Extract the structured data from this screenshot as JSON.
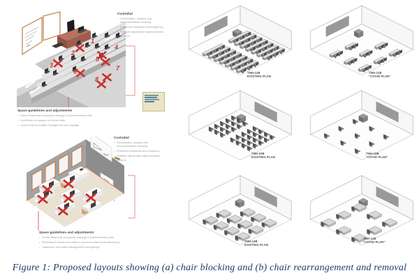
{
  "caption": "Figure 1: Proposed layouts showing (a) chair blocking and (b) chair rearrangement and removal",
  "panel_a": {
    "custodial": {
      "heading": "Custodial",
      "bullets": [
        "Preventative, reactive and decontamination cleaning",
        "Enhanced standards and frequency",
        "Portable disinfectant wipes between lectures"
      ]
    },
    "space": {
      "heading": "Space guidelines and adjustments",
      "bullets": [
        "Social distancing occupancy strategy & implementation plan",
        "Limit/block occupancy of lecture halls",
        "Lecture hall foot traffic management and signage"
      ]
    },
    "seat_numbers": [
      "1",
      "2",
      "3",
      "4",
      "5",
      "6",
      "7",
      "8"
    ]
  },
  "panel_b": {
    "custodial": {
      "heading": "Custodial",
      "bullets": [
        "Preventative, reactive and decontamination cleaning",
        "Enhanced standards and frequency",
        "Portable disinfectant wipes between lectures"
      ]
    },
    "space": {
      "heading": "Space guidelines and adjustments",
      "bullets": [
        "Social distancing occupancy strategy & implementation plan",
        "Reconfigure desks and chairs to accommodate social distancing",
        "Classroom foot traffic management and signage"
      ]
    }
  },
  "diagrams": [
    {
      "room": "TNH-11B",
      "plan": "EXISTING PLAN"
    },
    {
      "room": "TNH-11B",
      "plan": "\"COVID PLAN\""
    },
    {
      "room": "TNH-10B",
      "plan": "EXISTING PLAN"
    },
    {
      "room": "TNH-10B",
      "plan": "\"COVID PLAN\""
    },
    {
      "room": "TNH-12B",
      "plan": "EXISTING PLAN"
    },
    {
      "room": "TNH-12B",
      "plan": "\"COVID PLAN\""
    }
  ],
  "colors": {
    "accent_red": "#c8332e",
    "connector_red": "#e88f8f",
    "caption_text": "#1e3a68"
  }
}
